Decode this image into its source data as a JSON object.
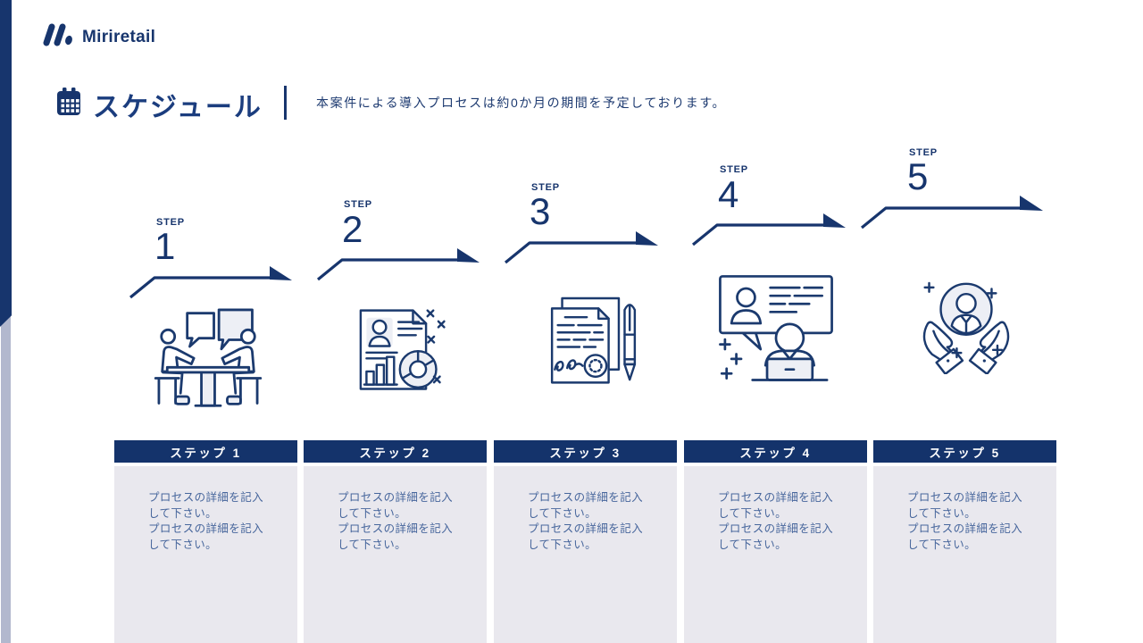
{
  "colors": {
    "navy": "#17356d",
    "header_bar": "#14336b",
    "title_blue": "#1b3d7e",
    "body_text_blue": "#47669c",
    "box_background": "#e9e8ee",
    "stripe_light": "#b2b8ce",
    "illustration_stroke": "#1b3a6e",
    "background": "#ffffff"
  },
  "logo": {
    "mark_icon": "miriretail-logo-mark",
    "text": "Miriretail"
  },
  "header": {
    "title_icon": "calendar-icon",
    "title": "スケジュール",
    "subtitle": "本案件による導入プロセスは約0か月の期間を予定しております。"
  },
  "steps": [
    {
      "eyebrow": "STEP",
      "number": "1",
      "illustration": "meeting-discussion-illustration",
      "box": {
        "title": "ステップ 1",
        "lines": [
          "プロセスの詳細を記入して下さい。",
          "プロセスの詳細を記入して下さい。"
        ]
      }
    },
    {
      "eyebrow": "STEP",
      "number": "2",
      "illustration": "analysis-report-illustration",
      "box": {
        "title": "ステップ 2",
        "lines": [
          "プロセスの詳細を記入して下さい。",
          "プロセスの詳細を記入して下さい。"
        ]
      }
    },
    {
      "eyebrow": "STEP",
      "number": "3",
      "illustration": "contract-signing-illustration",
      "box": {
        "title": "ステップ 3",
        "lines": [
          "プロセスの詳細を記入して下さい。",
          "プロセスの詳細を記入して下さい。"
        ]
      }
    },
    {
      "eyebrow": "STEP",
      "number": "4",
      "illustration": "online-support-illustration",
      "box": {
        "title": "ステップ 4",
        "lines": [
          "プロセスの詳細を記入して下さい。",
          "プロセスの詳細を記入して下さい。"
        ]
      }
    },
    {
      "eyebrow": "STEP",
      "number": "5",
      "illustration": "customer-care-illustration",
      "box": {
        "title": "ステップ 5",
        "lines": [
          "プロセスの詳細を記入して下さい。",
          "プロセスの詳細を記入して下さい。"
        ]
      }
    }
  ]
}
